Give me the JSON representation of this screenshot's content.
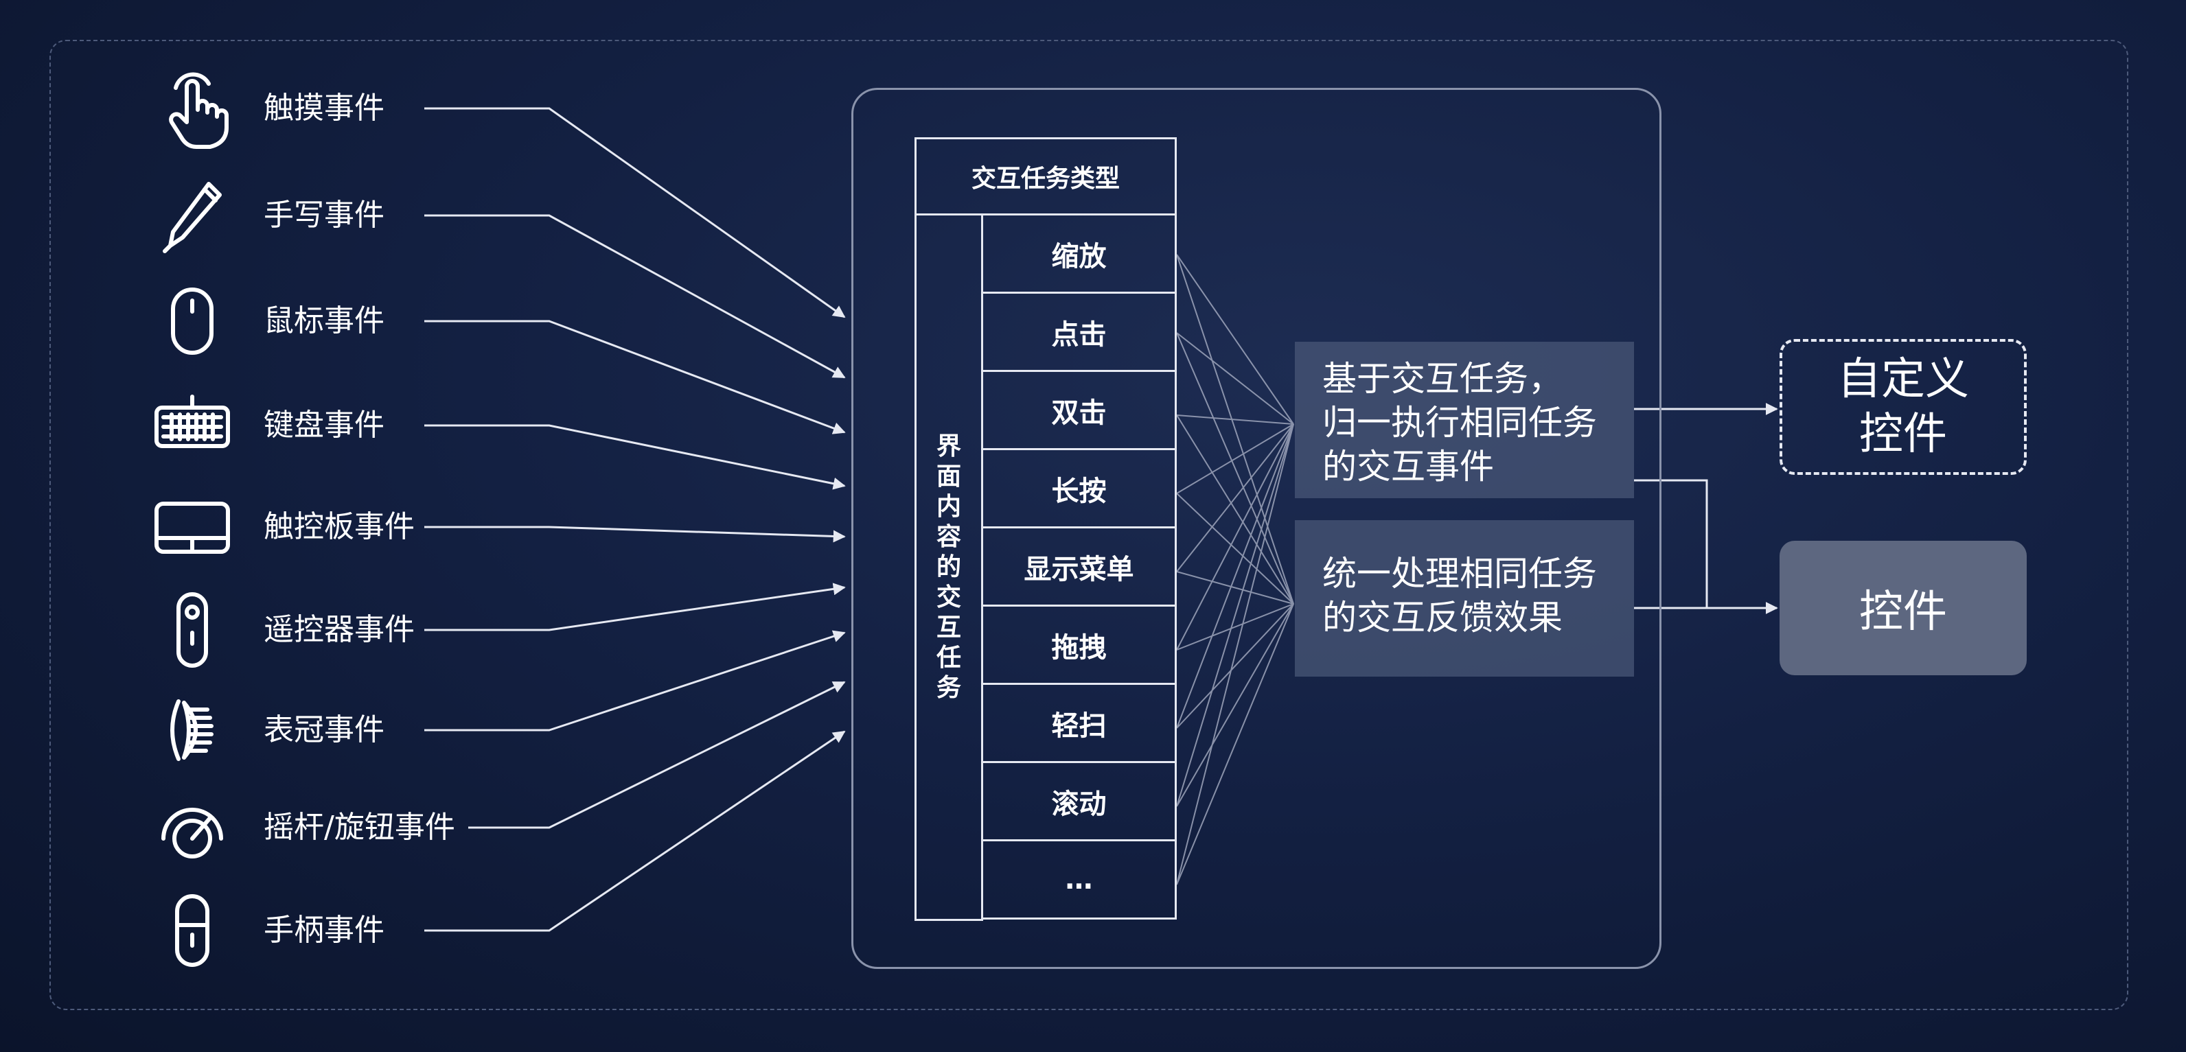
{
  "input_events": [
    {
      "label": "触摸事件",
      "icon": "touch-hand-icon"
    },
    {
      "label": "手写事件",
      "icon": "stylus-pen-icon"
    },
    {
      "label": "鼠标事件",
      "icon": "mouse-icon"
    },
    {
      "label": "键盘事件",
      "icon": "keyboard-icon"
    },
    {
      "label": "触控板事件",
      "icon": "touchpad-icon"
    },
    {
      "label": "遥控器事件",
      "icon": "remote-control-icon"
    },
    {
      "label": "表冠事件",
      "icon": "watch-crown-icon"
    },
    {
      "label": "摇杆/旋钮事件",
      "icon": "joystick-knob-icon"
    },
    {
      "label": "手柄事件",
      "icon": "gamepad-handle-icon"
    }
  ],
  "task_table": {
    "header": "交互任务类型",
    "side_label": "界面内容的交互任务",
    "tasks": [
      "缩放",
      "点击",
      "双击",
      "长按",
      "显示菜单",
      "拖拽",
      "轻扫",
      "滚动",
      "…"
    ]
  },
  "results": {
    "unify_events": [
      "基于交互任务，",
      "归一执行相同任务",
      "的交互事件"
    ],
    "unify_feedback": [
      "统一处理相同任务",
      "的交互反馈效果"
    ]
  },
  "outputs": {
    "custom_control": [
      "自定义",
      "控件"
    ],
    "control": "控件"
  },
  "colors": {
    "background": "#132042",
    "line": "#e6e9f2",
    "result_box": "#465474",
    "control_fill": "#5d6780"
  }
}
